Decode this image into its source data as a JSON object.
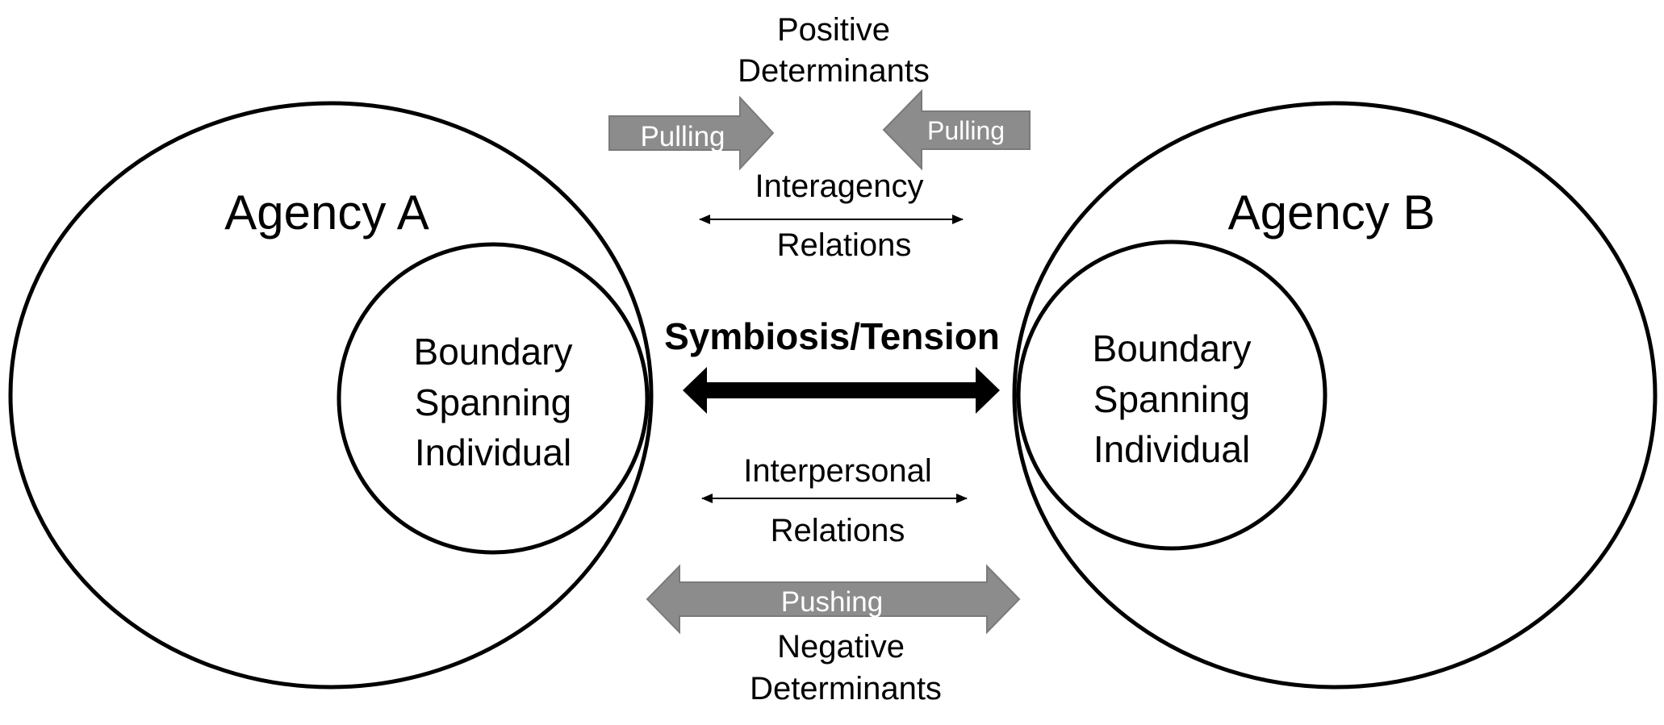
{
  "agency_a": {
    "title": "Agency A",
    "inner": [
      "Boundary",
      "Spanning",
      "Individual"
    ]
  },
  "agency_b": {
    "title": "Agency B",
    "inner": [
      "Boundary",
      "Spanning",
      "Individual"
    ]
  },
  "positive_determinants": [
    "Positive",
    "Determinants"
  ],
  "negative_determinants": [
    "Negative",
    "Determinants"
  ],
  "pulling_left_label": "Pulling",
  "pulling_right_label": "Pulling",
  "pushing_label": "Pushing",
  "interagency": [
    "Interagency",
    "Relations"
  ],
  "interpersonal": [
    "Interpersonal",
    "Relations"
  ],
  "center_label": "Symbiosis/Tension",
  "colors": {
    "stroke": "#000000",
    "block_arrow_fill": "#8c8c8c",
    "block_arrow_stroke": "#7a7a7a"
  }
}
